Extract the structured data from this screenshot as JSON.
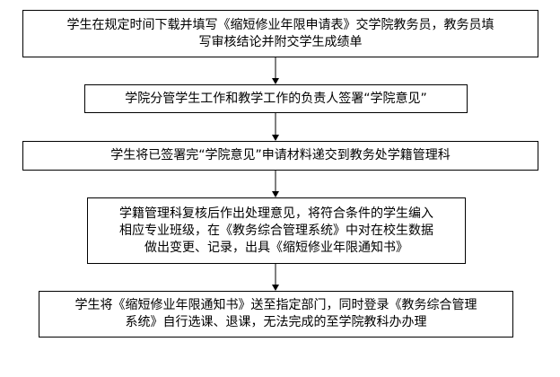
{
  "diagram": {
    "type": "flowchart",
    "direction": "top-to-bottom",
    "steps": [
      {
        "id": "step-1",
        "lines": [
          "学生在规定时间下载并填写《缩短修业年限申请表》交学院教务员，教务员填",
          "写审核结论并附交学生成绩单"
        ]
      },
      {
        "id": "step-2",
        "lines": [
          "学院分管学生工作和教学工作的负责人签署“学院意见”"
        ]
      },
      {
        "id": "step-3",
        "lines": [
          "学生将已签署完“学院意见”申请材料递交到教务处学籍管理科"
        ]
      },
      {
        "id": "step-4",
        "lines": [
          "学籍管理科复核后作出处理意见，将符合条件的学生编入",
          "相应专业班级，在《教务综合管理系统》中对在校生数据",
          "做出变更、记录，出具《缩短修业年限通知书》"
        ]
      },
      {
        "id": "step-5",
        "lines": [
          "学生将《缩短修业年限通知书》送至指定部门，同时登录《教务综合管理",
          "系统》自行选课、退课，无法完成的至学院教科办办理"
        ]
      }
    ],
    "edges": [
      {
        "from": "step-1",
        "to": "step-2"
      },
      {
        "from": "step-2",
        "to": "step-3"
      },
      {
        "from": "step-3",
        "to": "step-4"
      },
      {
        "from": "step-4",
        "to": "step-5"
      }
    ],
    "colors": {
      "border": "#000000",
      "arrow": "#000000",
      "background": "#ffffff"
    }
  }
}
